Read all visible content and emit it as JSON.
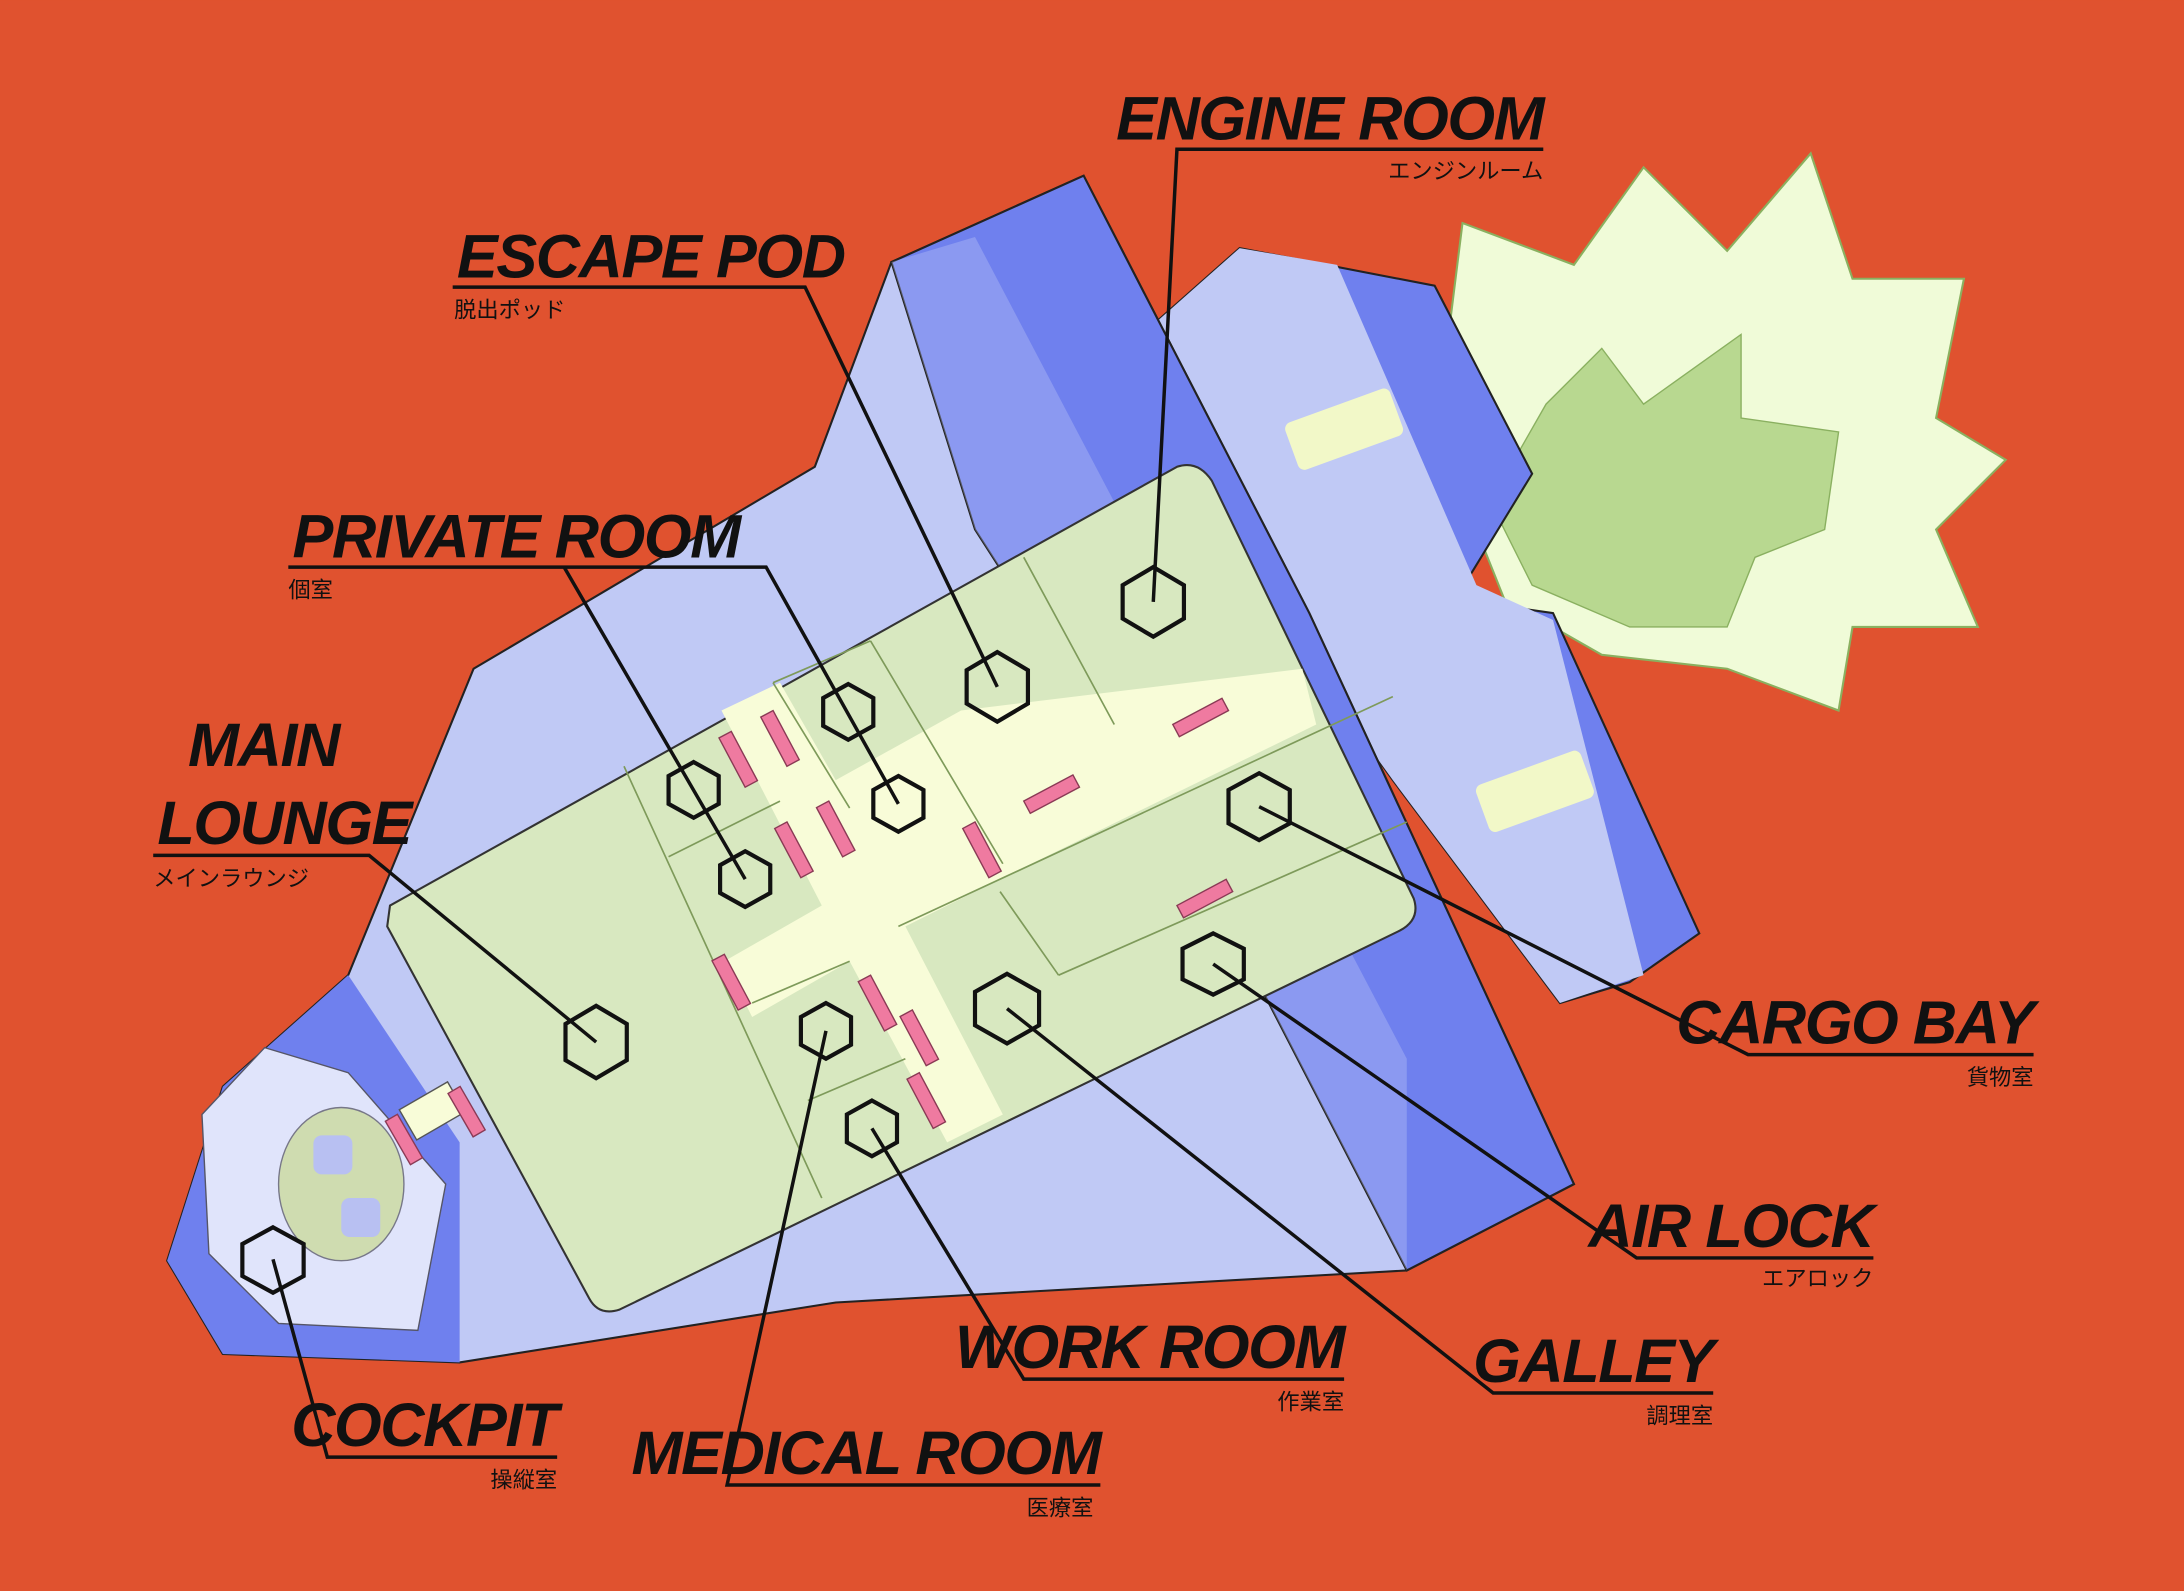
{
  "diagram": {
    "type": "spaceship-floor-plan",
    "colors": {
      "background": "#e0522f",
      "hull_light": "#c0c9f5",
      "hull_dark": "#6f80ee",
      "rooms": "#d8e8c0",
      "corridor": "#f8fcd8",
      "doors": "#ef7aa0",
      "flame_outer": "#f0fbd8",
      "flame_inner": "#b8d890"
    },
    "labels": {
      "engine_room": {
        "en": "ENGINE ROOM",
        "jp": "エンジンルーム"
      },
      "escape_pod": {
        "en": "ESCAPE POD",
        "jp": "脱出ポッド"
      },
      "private_room": {
        "en": "PRIVATE ROOM",
        "jp": "個室"
      },
      "main_lounge": {
        "en1": "MAIN",
        "en2": "LOUNGE",
        "jp": "メインラウンジ"
      },
      "cargo_bay": {
        "en": "CARGO BAY",
        "jp": "貨物室"
      },
      "air_lock": {
        "en": "AIR LOCK",
        "jp": "エアロック"
      },
      "galley": {
        "en": "GALLEY",
        "jp": "調理室"
      },
      "work_room": {
        "en": "WORK ROOM",
        "jp": "作業室"
      },
      "medical_room": {
        "en": "MEDICAL ROOM",
        "jp": "医療室"
      },
      "cockpit": {
        "en": "COCKPIT",
        "jp": "操縦室"
      }
    }
  }
}
